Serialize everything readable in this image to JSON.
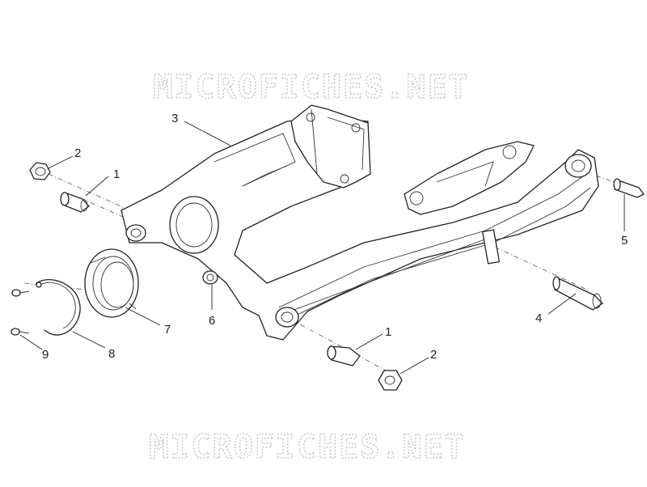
{
  "watermark": {
    "text": "MICROFICHES.NET",
    "color": "#c8c8c8"
  },
  "callouts": [
    {
      "id": "c1a",
      "label": "1"
    },
    {
      "id": "c1b",
      "label": "1"
    },
    {
      "id": "c2a",
      "label": "2"
    },
    {
      "id": "c2b",
      "label": "2"
    },
    {
      "id": "c3",
      "label": "3"
    },
    {
      "id": "c4",
      "label": "4"
    },
    {
      "id": "c5",
      "label": "5"
    },
    {
      "id": "c6",
      "label": "6"
    },
    {
      "id": "c7",
      "label": "7"
    },
    {
      "id": "c8",
      "label": "8"
    },
    {
      "id": "c9",
      "label": "9"
    }
  ],
  "colors": {
    "line": "#222222",
    "background": "#ffffff"
  }
}
